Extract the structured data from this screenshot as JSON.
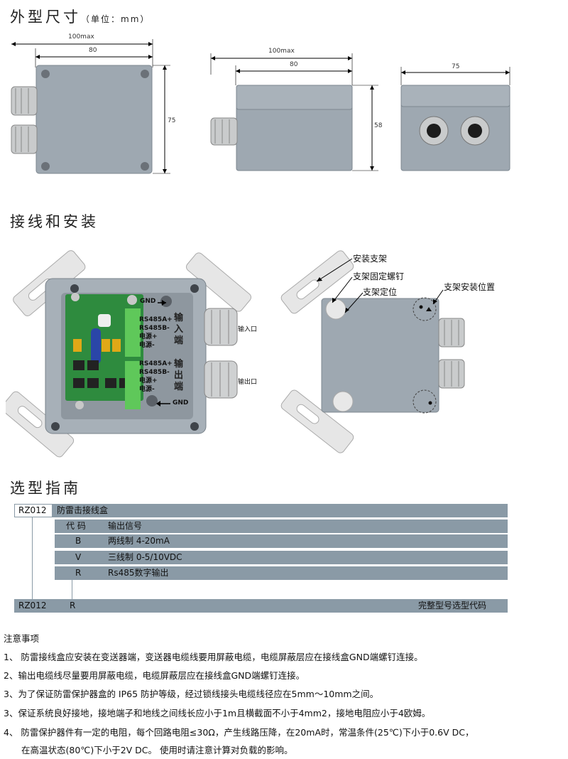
{
  "dimensions": {
    "title": "外型尺寸",
    "unit": "（单位：mm）",
    "front": {
      "overall_width": "100max",
      "body_width": "80",
      "height": "75"
    },
    "side": {
      "overall_width": "100max",
      "body_width": "80",
      "height": "58"
    },
    "end": {
      "width": "75"
    }
  },
  "wiring": {
    "title": "接线和安装",
    "board_labels": {
      "gnd_top": "GND",
      "in_group": [
        "RS485A+",
        "RS485B-",
        "电源+",
        "电源-"
      ],
      "in_tag": [
        "输",
        "入",
        "端"
      ],
      "out_group": [
        "RS485A+",
        "RS485B-",
        "电源+",
        "电源-"
      ],
      "out_tag": [
        "输",
        "出",
        "端"
      ],
      "gnd_bottom": "GND",
      "port_in": "输入口",
      "port_out": "输出口"
    },
    "install_labels": {
      "bracket": "安装支架",
      "bracket_screw": "支架固定螺钉",
      "bracket_locate": "支架定位",
      "bracket_position": "支架安装位置"
    }
  },
  "selection": {
    "title": "选型指南",
    "model": "RZ012",
    "model_desc": "防雷击接线盒",
    "header": {
      "code": "代 码",
      "signal": "输出信号"
    },
    "rows": [
      {
        "code": "B",
        "desc": "两线制 4-20mA"
      },
      {
        "code": "V",
        "desc": "三线制 0-5/10VDC"
      },
      {
        "code": "R",
        "desc": "Rs485数字输出"
      }
    ],
    "final": {
      "model": "RZ012",
      "code": "R",
      "label": "完整型号选型代码"
    }
  },
  "notes": {
    "title": "注意事项",
    "items": [
      "1、 防雷接线盒应安装在变送器端，变送器电缆线要用屏蔽电缆，电缆屏蔽层应在接线盒GND端螺钉连接。",
      "2、输出电缆线尽量要用屏蔽电缆，电缆屏蔽层应在接线盒GND端螺钉连接。",
      "3、为了保证防雷保护器盒的 IP65 防护等级，经过锁线接头电缆线径应在5mm～10mm之间。",
      "3、保证系统良好接地，接地端子和地线之间线长应小于1m且横截面不小于4mm2，接地电阻应小于4欧姆。",
      "4、 防雷保护器件有一定的电阻，每个回路电阻≤30Ω，产生线路压降，在20mA时，常温条件(25℃)下小于0.6V DC，",
      "在高温状态(80℃)下小于2V DC。    使用时请注意计算对负载的影响。"
    ]
  },
  "colors": {
    "box": "#9ea8b1",
    "bar": "#8a9aa6",
    "pcb": "#2e8b3e",
    "terminal": "#5fc85a"
  }
}
